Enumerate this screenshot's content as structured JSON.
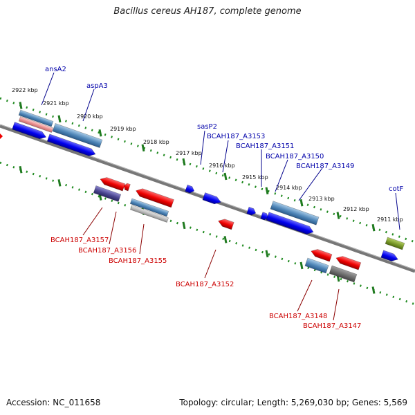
{
  "title": "Bacillus cereus AH187, complete genome",
  "accession": "Accession: NC_011658",
  "topology": "Topology: circular; Length: 5,269,030 bp; Genes: 5,569",
  "colors": {
    "forward": "#0000ee",
    "reverse": "#ee0000",
    "backbone": "#808080",
    "ticks": "#1f8a1f",
    "steel": "#4f86b8",
    "pink": "#e98f8f",
    "purple": "#4a4590",
    "gray": "#6e6e6e",
    "olive": "#7a9a2a"
  },
  "kbp_ticks": [
    "2922 kbp",
    "2921 kbp",
    "2920 kbp",
    "2919 kbp",
    "2918 kbp",
    "2917 kbp",
    "2916 kbp",
    "2915 kbp",
    "2914 kbp",
    "2913 kbp",
    "2912 kbp",
    "2911 kbp"
  ],
  "forward_genes": [
    "ansA2",
    "aspA3",
    "sasP2",
    "BCAH187_A3153",
    "BCAH187_A3151",
    "BCAH187_A3150",
    "BCAH187_A3149",
    "cotF"
  ],
  "reverse_genes": [
    "BCAH187_A3157",
    "BCAH187_A3156",
    "BCAH187_A3155",
    "BCAH187_A3152",
    "BCAH187_A3148",
    "BCAH187_A3147"
  ]
}
